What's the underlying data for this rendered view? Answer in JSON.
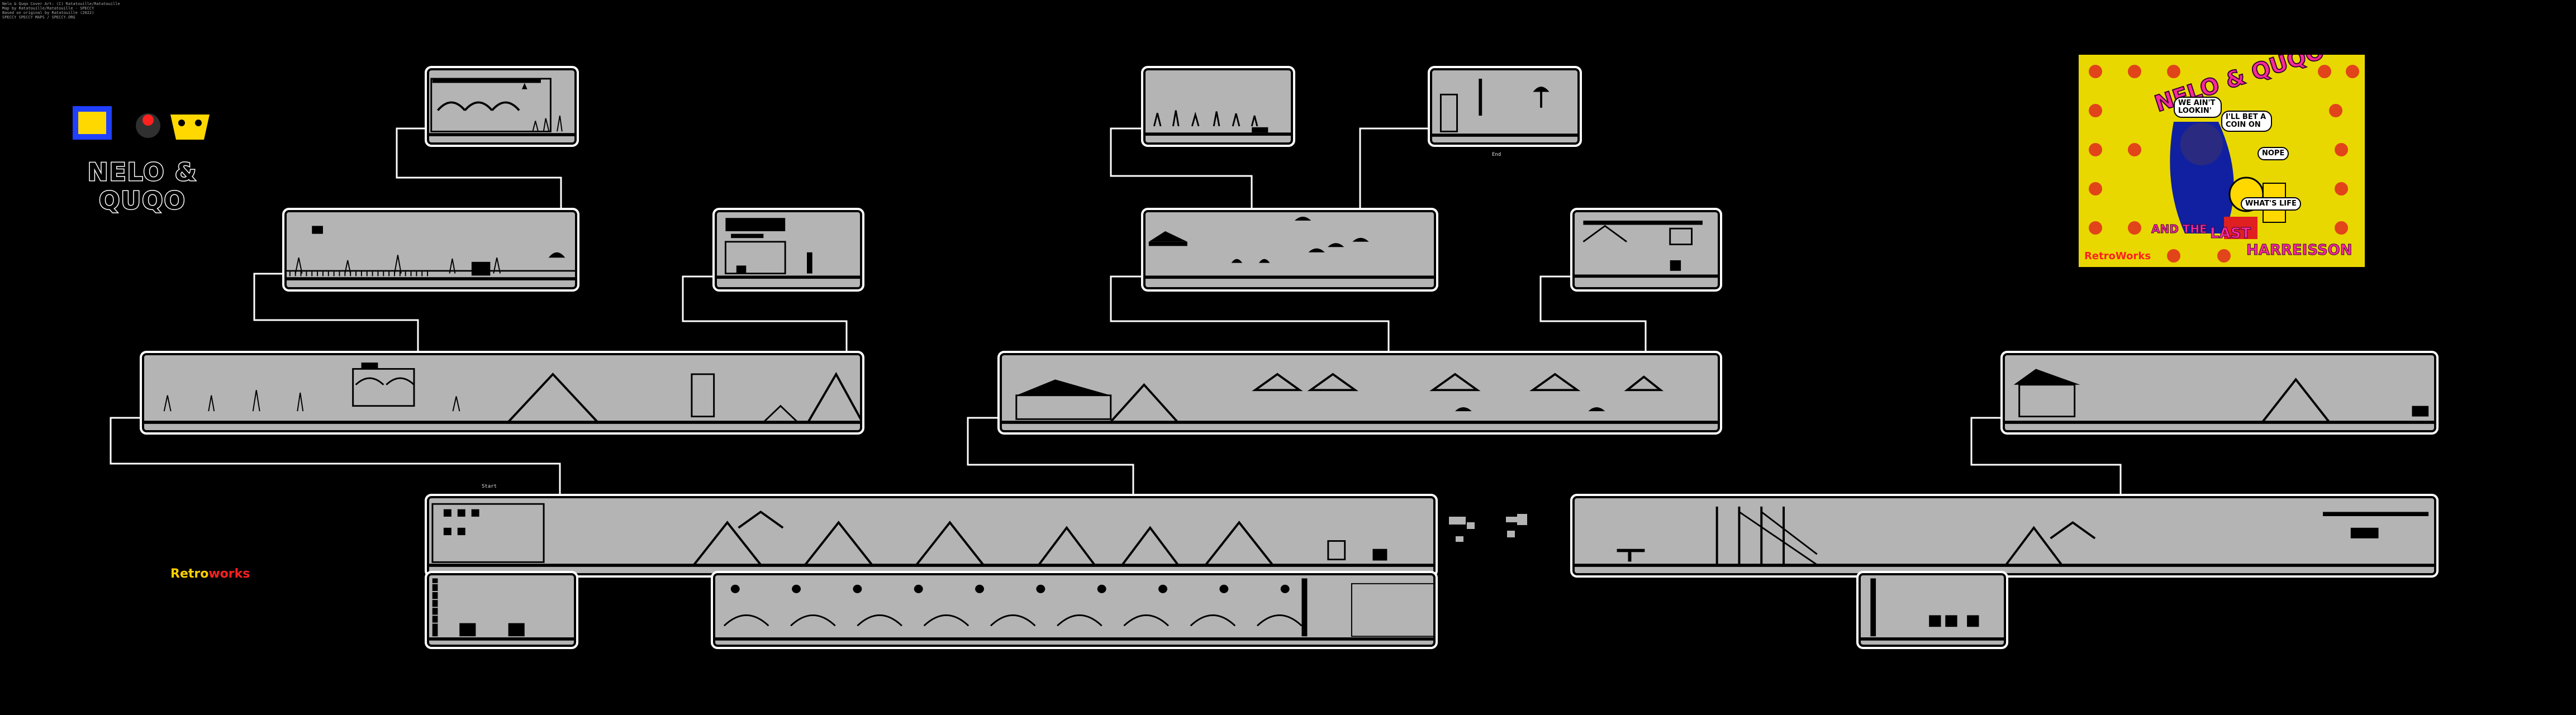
{
  "credits": [
    "Nelo & Quqo Cover Art: (C) Ratatouille/Ratatouille",
    "Map by Ratatouille/Ratatouille - SPECCY",
    "Based on original by Ratatouille (2022)",
    "SPECCY SPECCY MAPS / SPECCY.ORG"
  ],
  "game": {
    "logo_title": "NELO & QUQO",
    "publisher": {
      "part1": "Retro",
      "part2": "works"
    }
  },
  "map": {
    "start_label": "Start",
    "end_label": "End"
  },
  "cover": {
    "title": "NELO & QUQO",
    "bubbles": [
      "WE AIN'T LOOKIN'",
      "I'LL BET A COIN ON",
      "WHAT'S LIFE",
      "NOPE"
    ],
    "subtitle_1": "AND THE",
    "subtitle_2": "LAST",
    "subtitle_3": "HARREISSON",
    "publisher": "RetroWorks"
  },
  "colors": {
    "room_bg": "#b4b4b4",
    "wall": "#000000",
    "frame": "#ffffff",
    "cover_bg": "#e8d800",
    "cover_title": "#ff2a9a"
  }
}
